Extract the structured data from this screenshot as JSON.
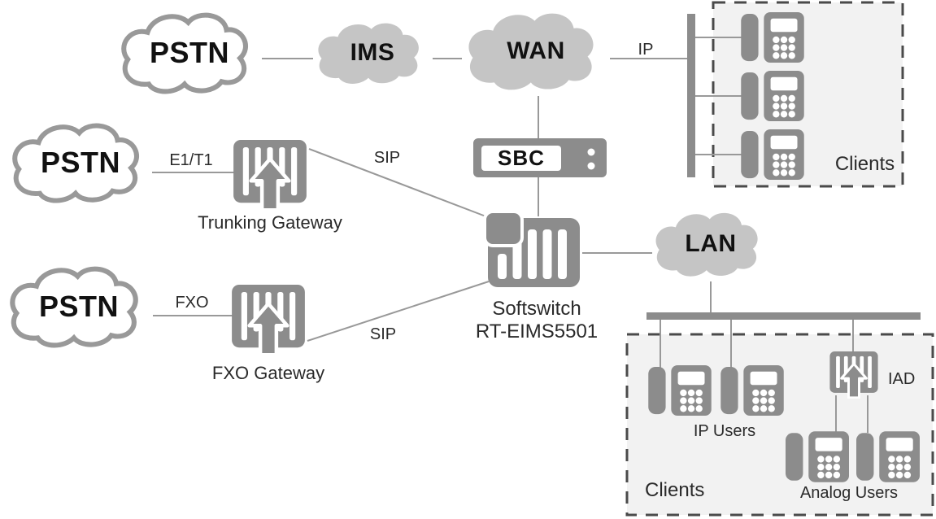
{
  "colors": {
    "device_color": "#8c8c8c",
    "cloud_fill": "#c5c5c5",
    "line_color": "#999999",
    "group_fill": "#f2f2f2",
    "group_border": "#4a4a4a",
    "text_color": "#2a2a2a",
    "cloud_text": "#111111"
  },
  "clouds": {
    "pstn_top": "PSTN",
    "pstn_mid": "PSTN",
    "pstn_low": "PSTN",
    "ims": "IMS",
    "wan": "WAN",
    "lan": "LAN"
  },
  "devices": {
    "sbc": "SBC",
    "softswitch_name": "Softswitch",
    "softswitch_model": "RT-EIMS5501",
    "trunking_gateway": "Trunking Gateway",
    "fxo_gateway": "FXO Gateway",
    "iad": "IAD"
  },
  "link_labels": {
    "e1t1": "E1/T1",
    "fxo": "FXO",
    "sip_trunk": "SIP",
    "sip_fxo": "SIP",
    "ip": "IP"
  },
  "groups": {
    "clients_wan": "Clients",
    "clients_lan": "Clients",
    "ip_users": "IP Users",
    "analog_users": "Analog Users"
  }
}
